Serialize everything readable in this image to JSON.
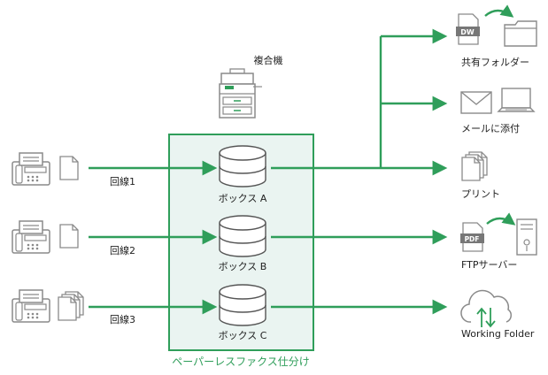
{
  "device": {
    "label": "複合機"
  },
  "lines": [
    {
      "label": "回線1"
    },
    {
      "label": "回線2"
    },
    {
      "label": "回線3"
    }
  ],
  "boxes": [
    {
      "label": "ボックス A"
    },
    {
      "label": "ボックス B"
    },
    {
      "label": "ボックス C"
    }
  ],
  "panel": {
    "caption": "ペーパーレスファクス仕分け"
  },
  "outputs": {
    "shared_folder": {
      "label": "共有フォルダー",
      "doc_tag": "DW"
    },
    "mail": {
      "label": "メールに添付"
    },
    "print": {
      "label": "プリント"
    },
    "ftp": {
      "label": "FTPサーバー",
      "doc_tag": "PDF"
    },
    "working_folder": {
      "label": "Working Folder"
    }
  },
  "colors": {
    "accent_green": "#2f9e5a",
    "panel_fill": "#eaf4f1",
    "icon_gray": "#8a8a8a"
  }
}
